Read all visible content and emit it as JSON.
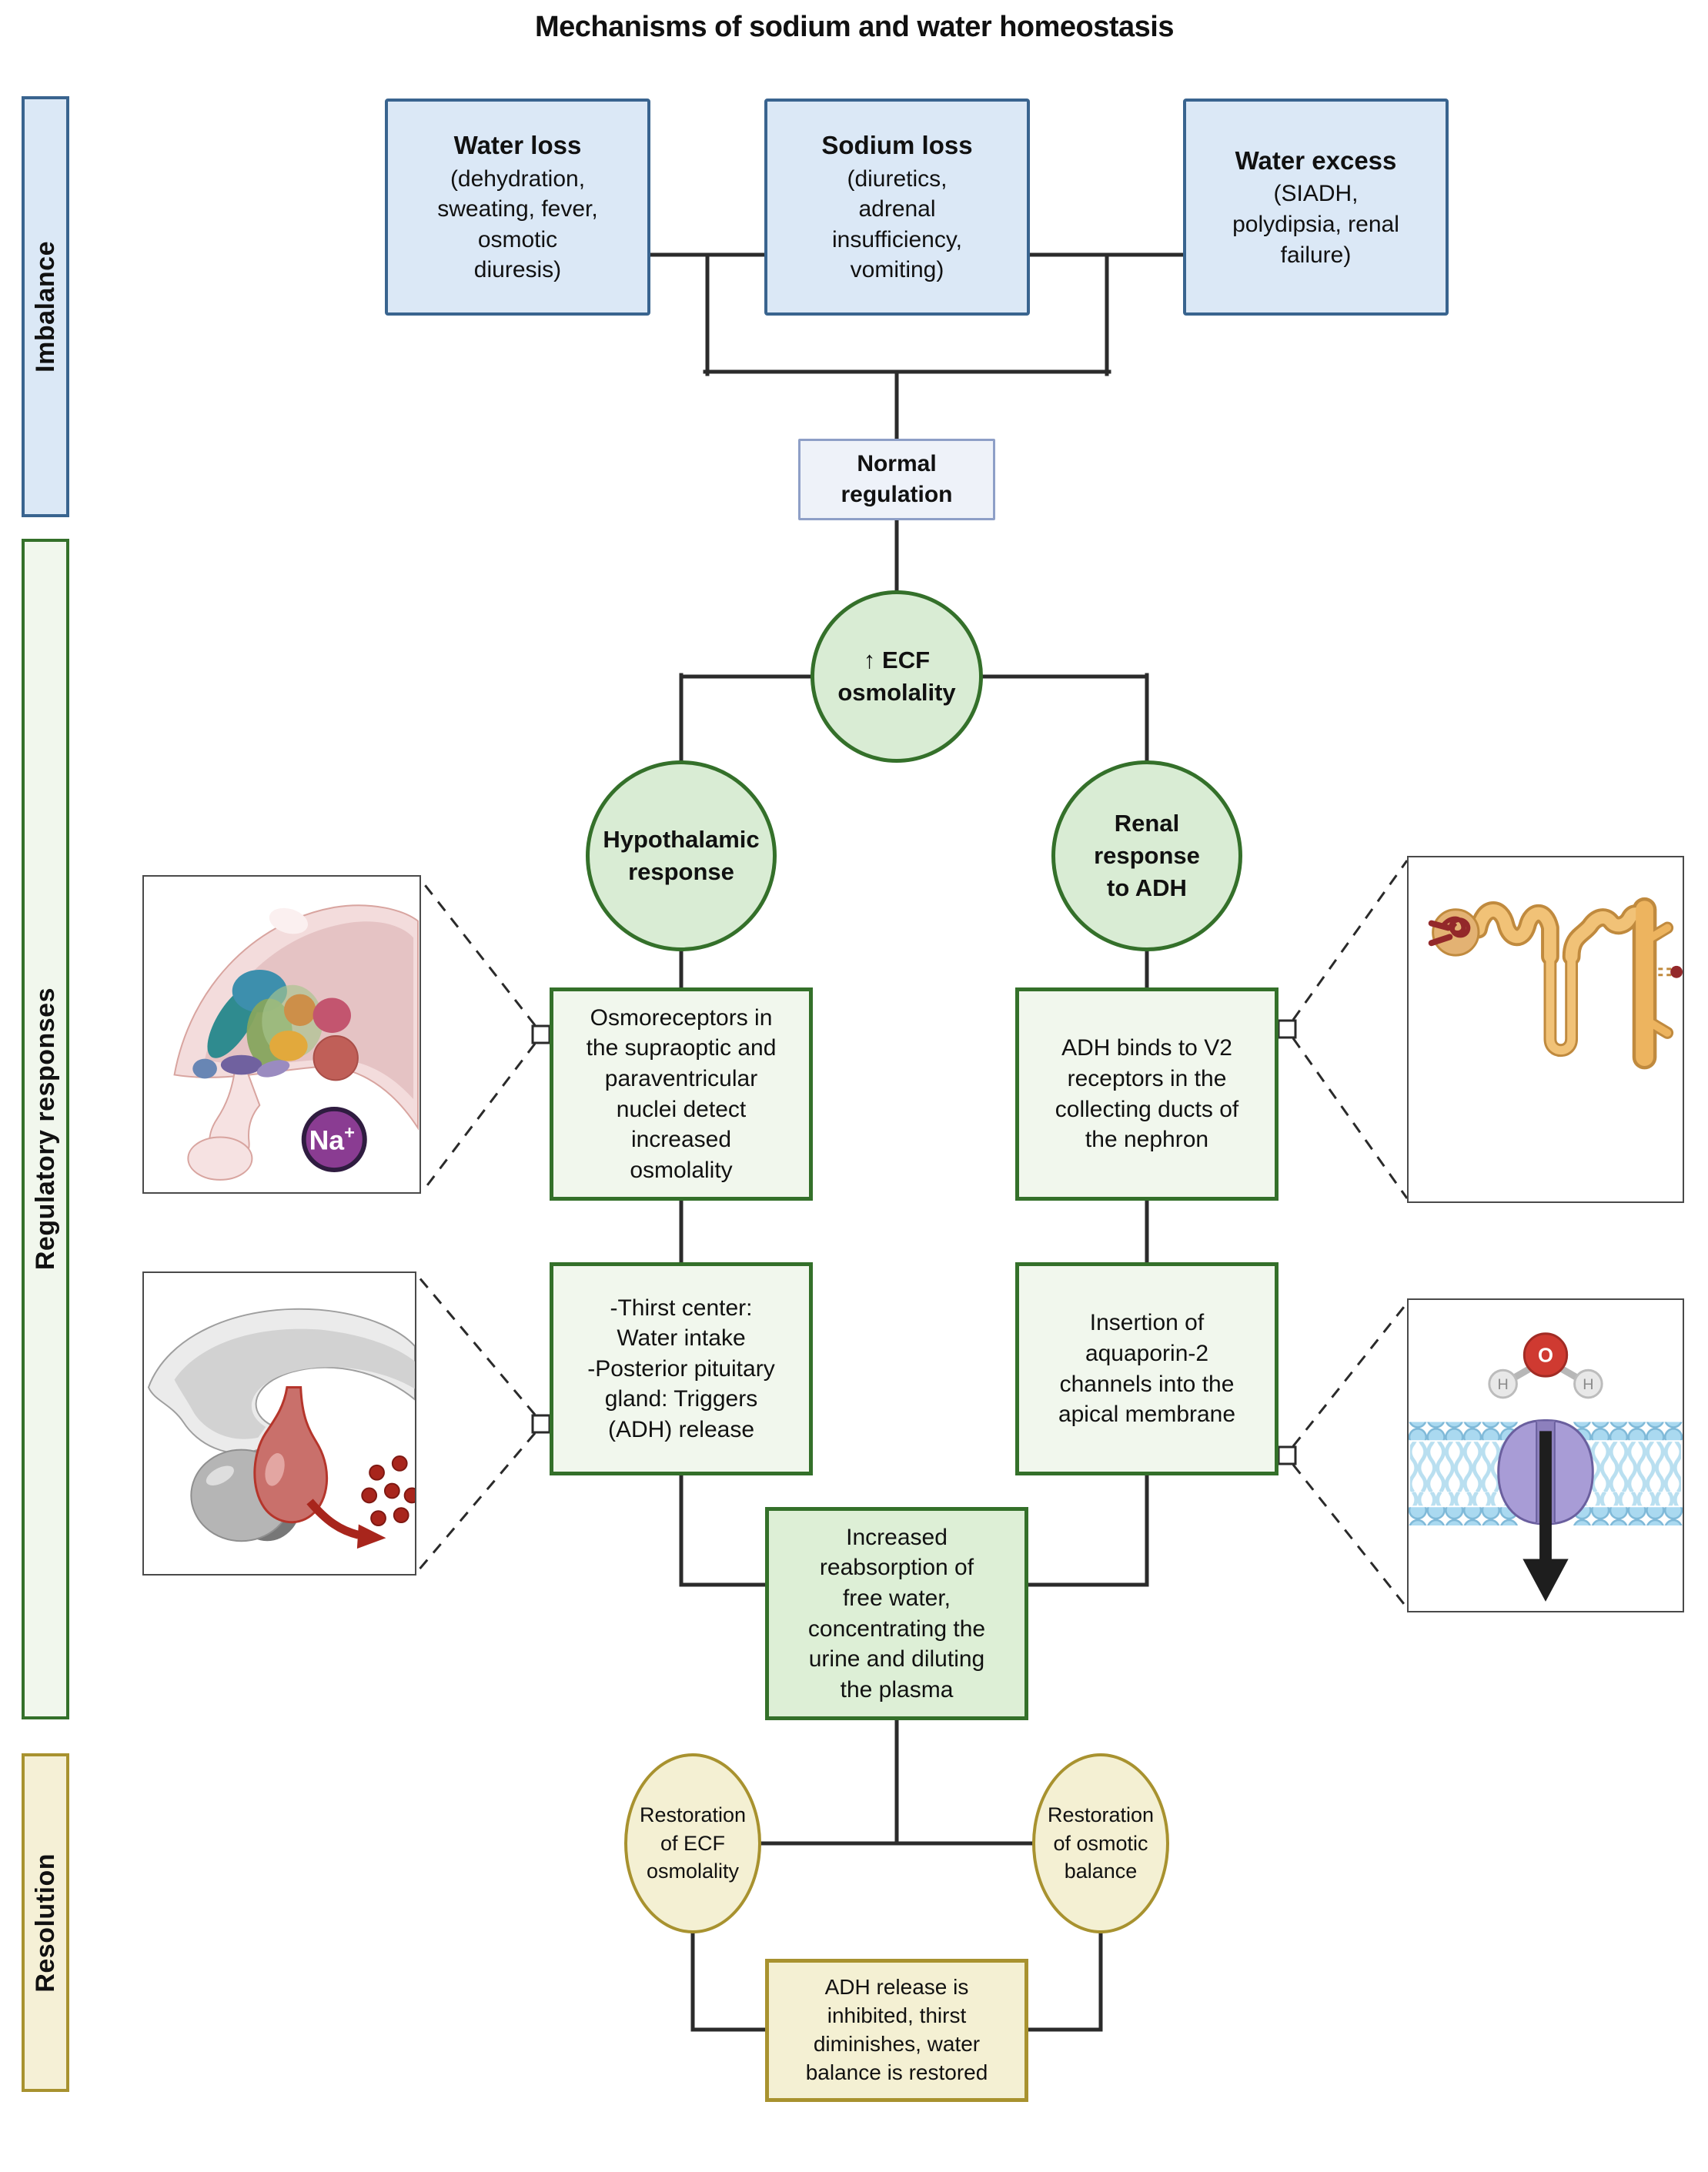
{
  "title": "Mechanisms of sodium and water homeostasis",
  "sidebar": {
    "imbalance": "Imbalance",
    "regulatory": "Regulatory responses",
    "resolution": "Resolution"
  },
  "imbalance_boxes": [
    {
      "heading": "Water loss",
      "detail": "(dehydration,\nsweating, fever,\nosmotic\ndiuresis)"
    },
    {
      "heading": "Sodium loss",
      "detail": "(diuretics,\nadrenal\ninsufficiency,\nvomiting)"
    },
    {
      "heading": "Water excess",
      "detail": "(SIADH,\npolydipsia, renal\nfailure)"
    }
  ],
  "nodes": {
    "normal_regulation": "Normal\nregulation",
    "ecf_osmolality": "↑ ECF\nosmolality",
    "hypothalamic_response": "Hypothalamic\nresponse",
    "renal_response": "Renal\nresponse\nto ADH",
    "osmoreceptors": "Osmoreceptors in\nthe supraoptic and\nparaventricular\nnuclei detect\nincreased\nosmolality",
    "adh_binds": "ADH binds to V2\nreceptors in the\ncollecting ducts of\nthe nephron",
    "thirst": "-Thirst center:\nWater intake\n-Posterior pituitary\ngland: Triggers\n(ADH) release",
    "aquaporin": "Insertion of\naquaporin-2\nchannels into the\napical membrane",
    "reabsorption": "Increased\nreabsorption of\nfree water,\nconcentrating the\nurine and diluting\nthe plasma",
    "restoration_ecf": "Restoration\nof ECF\nosmolality",
    "restoration_osmotic": "Restoration\nof osmotic\nbalance",
    "adh_inhibited": "ADH release is\ninhibited, thirst\ndiminishes, water\nbalance is restored"
  },
  "illustrations": {
    "na_base": "Na",
    "na_sup": "+",
    "water_o": "O",
    "water_h": "H"
  },
  "colors": {
    "imbalance_fill": "#dbe8f6",
    "imbalance_border": "#39648f",
    "normal_fill": "#eef2f9",
    "normal_border": "#8e9fc7",
    "response_circle_fill": "#d9ecd4",
    "response_border": "#34702a",
    "response_box_fill": "#f1f7ed",
    "merge_box_fill": "#ddefd6",
    "resolution_fill": "#f4f0d3",
    "resolution_border": "#a8922f",
    "line": "#2b2b2b"
  }
}
